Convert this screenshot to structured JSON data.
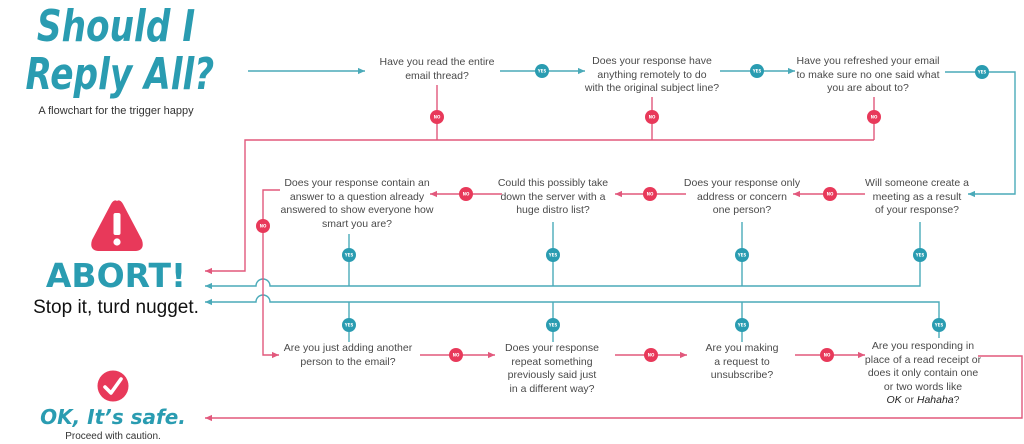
{
  "header": {
    "title_line1": "Should I",
    "title_line2": "Reply All?",
    "subtitle": "A flowchart for the trigger happy"
  },
  "outcomes": {
    "abort": {
      "icon": "warning-triangle-icon",
      "title": "ABORT!",
      "text": "Stop it, turd nugget."
    },
    "safe": {
      "icon": "checkmark-circle-icon",
      "title": "OK, It’s safe.",
      "text": "Proceed with caution."
    }
  },
  "labels": {
    "yes": "YES",
    "no": "NO"
  },
  "colors": {
    "teal": "#2a9cb1",
    "red": "#e8395a",
    "teal_line": "#4aaab9",
    "red_line": "#e2587c"
  },
  "questions": [
    {
      "text": "Have you read the entire\nemail thread?"
    },
    {
      "text": "Does your response have\nanything remotely to do\nwith the original subject line?"
    },
    {
      "text": "Have you refreshed your email\nto make sure no one said what\nyou are about to?"
    },
    {
      "text": "Will someone create a\nmeeting as a result\nof your response?"
    },
    {
      "text": "Does your response only\naddress or concern\none person?"
    },
    {
      "text": "Could this possibly take\ndown the server with a\nhuge distro list?"
    },
    {
      "text": "Does your response contain an\nanswer to a question already\nanswered to show everyone how\nsmart you are?"
    },
    {
      "text": "Are you just adding another\nperson to the email?"
    },
    {
      "text": "Does your response\nrepeat something\npreviously said just\nin a different way?"
    },
    {
      "text": "Are you making\na request  to\nunsubscribe?"
    },
    {
      "text": "Are you responding in\nplace of a read receipt or\ndoes it only contain one\nor two words like",
      "em1": "OK",
      "mid": " or ",
      "em2": "Hahaha",
      "end": "?"
    }
  ]
}
